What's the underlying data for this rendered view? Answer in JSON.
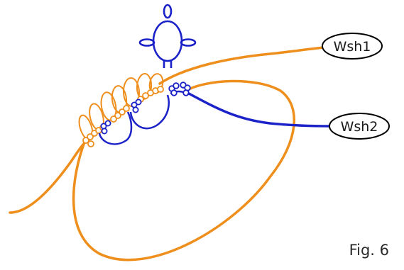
{
  "figure": {
    "caption": "Fig. 6",
    "labels": {
      "wsh1": "Wsh1",
      "wsh2": "Wsh2"
    }
  },
  "colors": {
    "background": "#ffffff",
    "orange_thread": "#ee8f1d",
    "blue_thread": "#1b22c8",
    "label_outline": "#000000",
    "caption_text": "#2a2a2a"
  }
}
